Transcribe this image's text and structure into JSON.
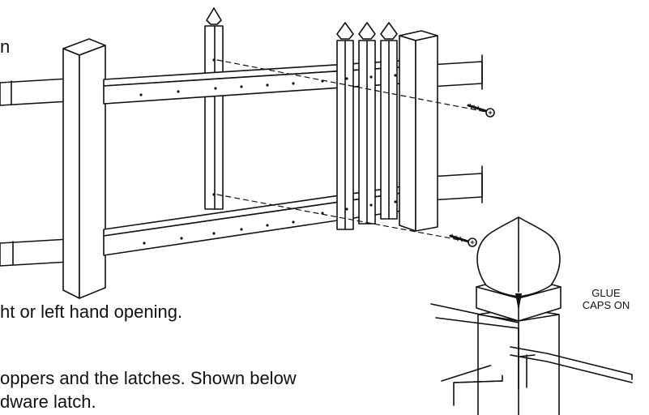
{
  "instructions": {
    "top_fragment": "n",
    "line1": "ht or left hand opening.",
    "line2": "oppers and the latches. Shown below",
    "line3": "dware latch."
  },
  "callout": {
    "line1": "GLUE",
    "line2": "CAPS ON"
  }
}
